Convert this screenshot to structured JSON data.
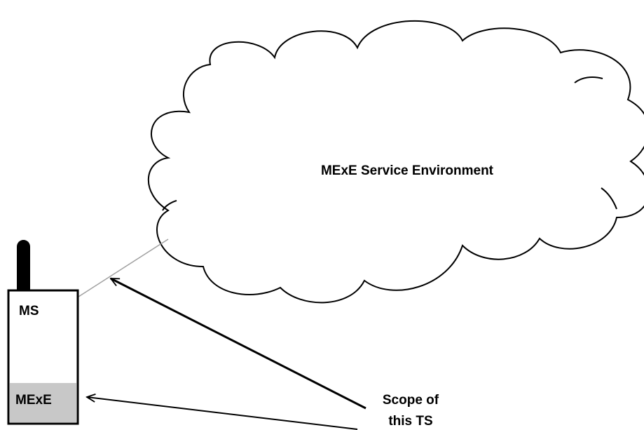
{
  "cloud": {
    "label": "MExE Service Environment",
    "fill": "#ffffff",
    "stroke": "#000000"
  },
  "device": {
    "label": "MS",
    "module_label": "MExE",
    "module_fill": "#c8c8c8",
    "body_fill": "#ffffff",
    "antenna_color": "#000000"
  },
  "annotation": {
    "line1": "Scope of",
    "line2": "this TS"
  },
  "connector_color": "#a0a0a0"
}
